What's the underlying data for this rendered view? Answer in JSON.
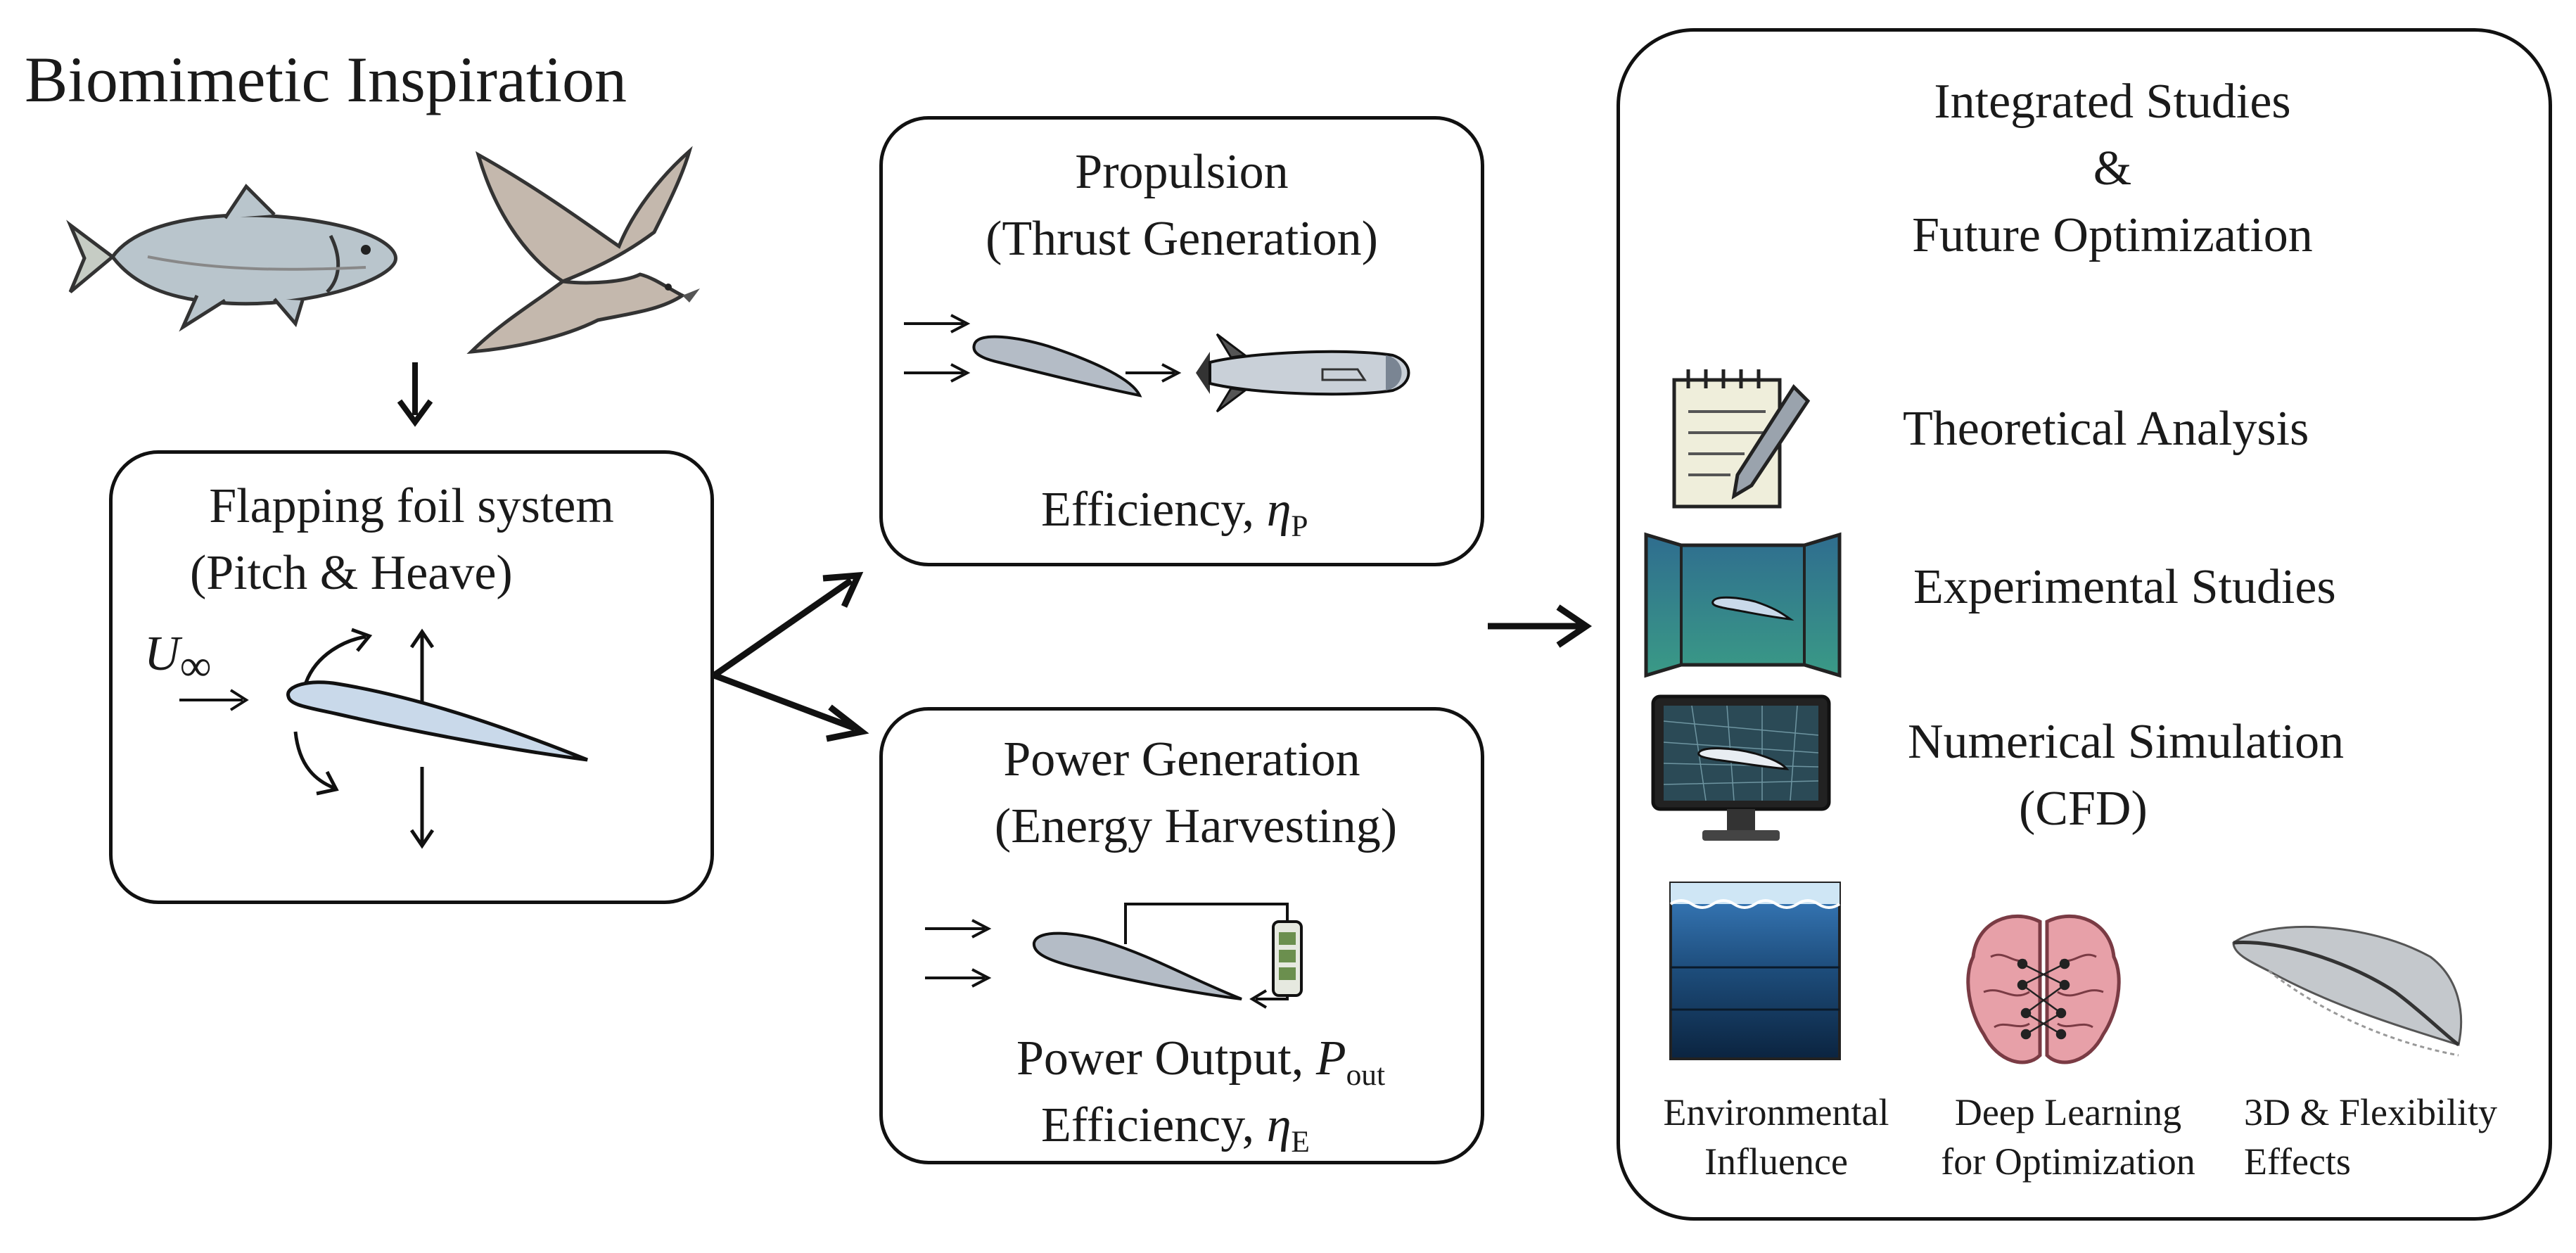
{
  "biomimetic": {
    "title": "Biomimetic Inspiration",
    "fish_icon": "fish-icon",
    "bird_icon": "bird-icon"
  },
  "flapping": {
    "title": "Flapping foil system",
    "subtitle": "(Pitch & Heave)",
    "freestream_symbol": "U",
    "freestream_sub": "∞"
  },
  "propulsion": {
    "title": "Propulsion",
    "subtitle": "(Thrust Generation)",
    "efficiency_label": "Efficiency,",
    "efficiency_symbol": "η",
    "efficiency_sub": "P"
  },
  "power": {
    "title": "Power Generation",
    "subtitle": "(Energy Harvesting)",
    "output_label": "Power Output,",
    "output_symbol": "P",
    "output_sub": "out",
    "efficiency_label": "Efficiency,",
    "efficiency_symbol": "η",
    "efficiency_sub": "E"
  },
  "integrated": {
    "title_line1": "Integrated Studies",
    "title_line2": "&",
    "title_line3": "Future Optimization",
    "items": [
      {
        "label": "Theoretical Analysis",
        "icon": "notepad-pencil-icon"
      },
      {
        "label": "Experimental Studies",
        "icon": "wind-tunnel-icon"
      },
      {
        "label": "Numerical Simulation",
        "label2": "(CFD)",
        "icon": "cfd-monitor-icon"
      }
    ],
    "bottom": [
      {
        "line1": "Environmental",
        "line2": "Influence",
        "icon": "ocean-icon"
      },
      {
        "line1": "Deep Learning",
        "line2": "for Optimization",
        "icon": "brain-icon"
      },
      {
        "line1": "3D & Flexibility",
        "line2": "Effects",
        "icon": "3d-wing-icon"
      }
    ]
  },
  "colors": {
    "foil_fill": "#c9d9ea",
    "foil_fill_grey": "#b4bcc6",
    "stroke": "#111111"
  }
}
